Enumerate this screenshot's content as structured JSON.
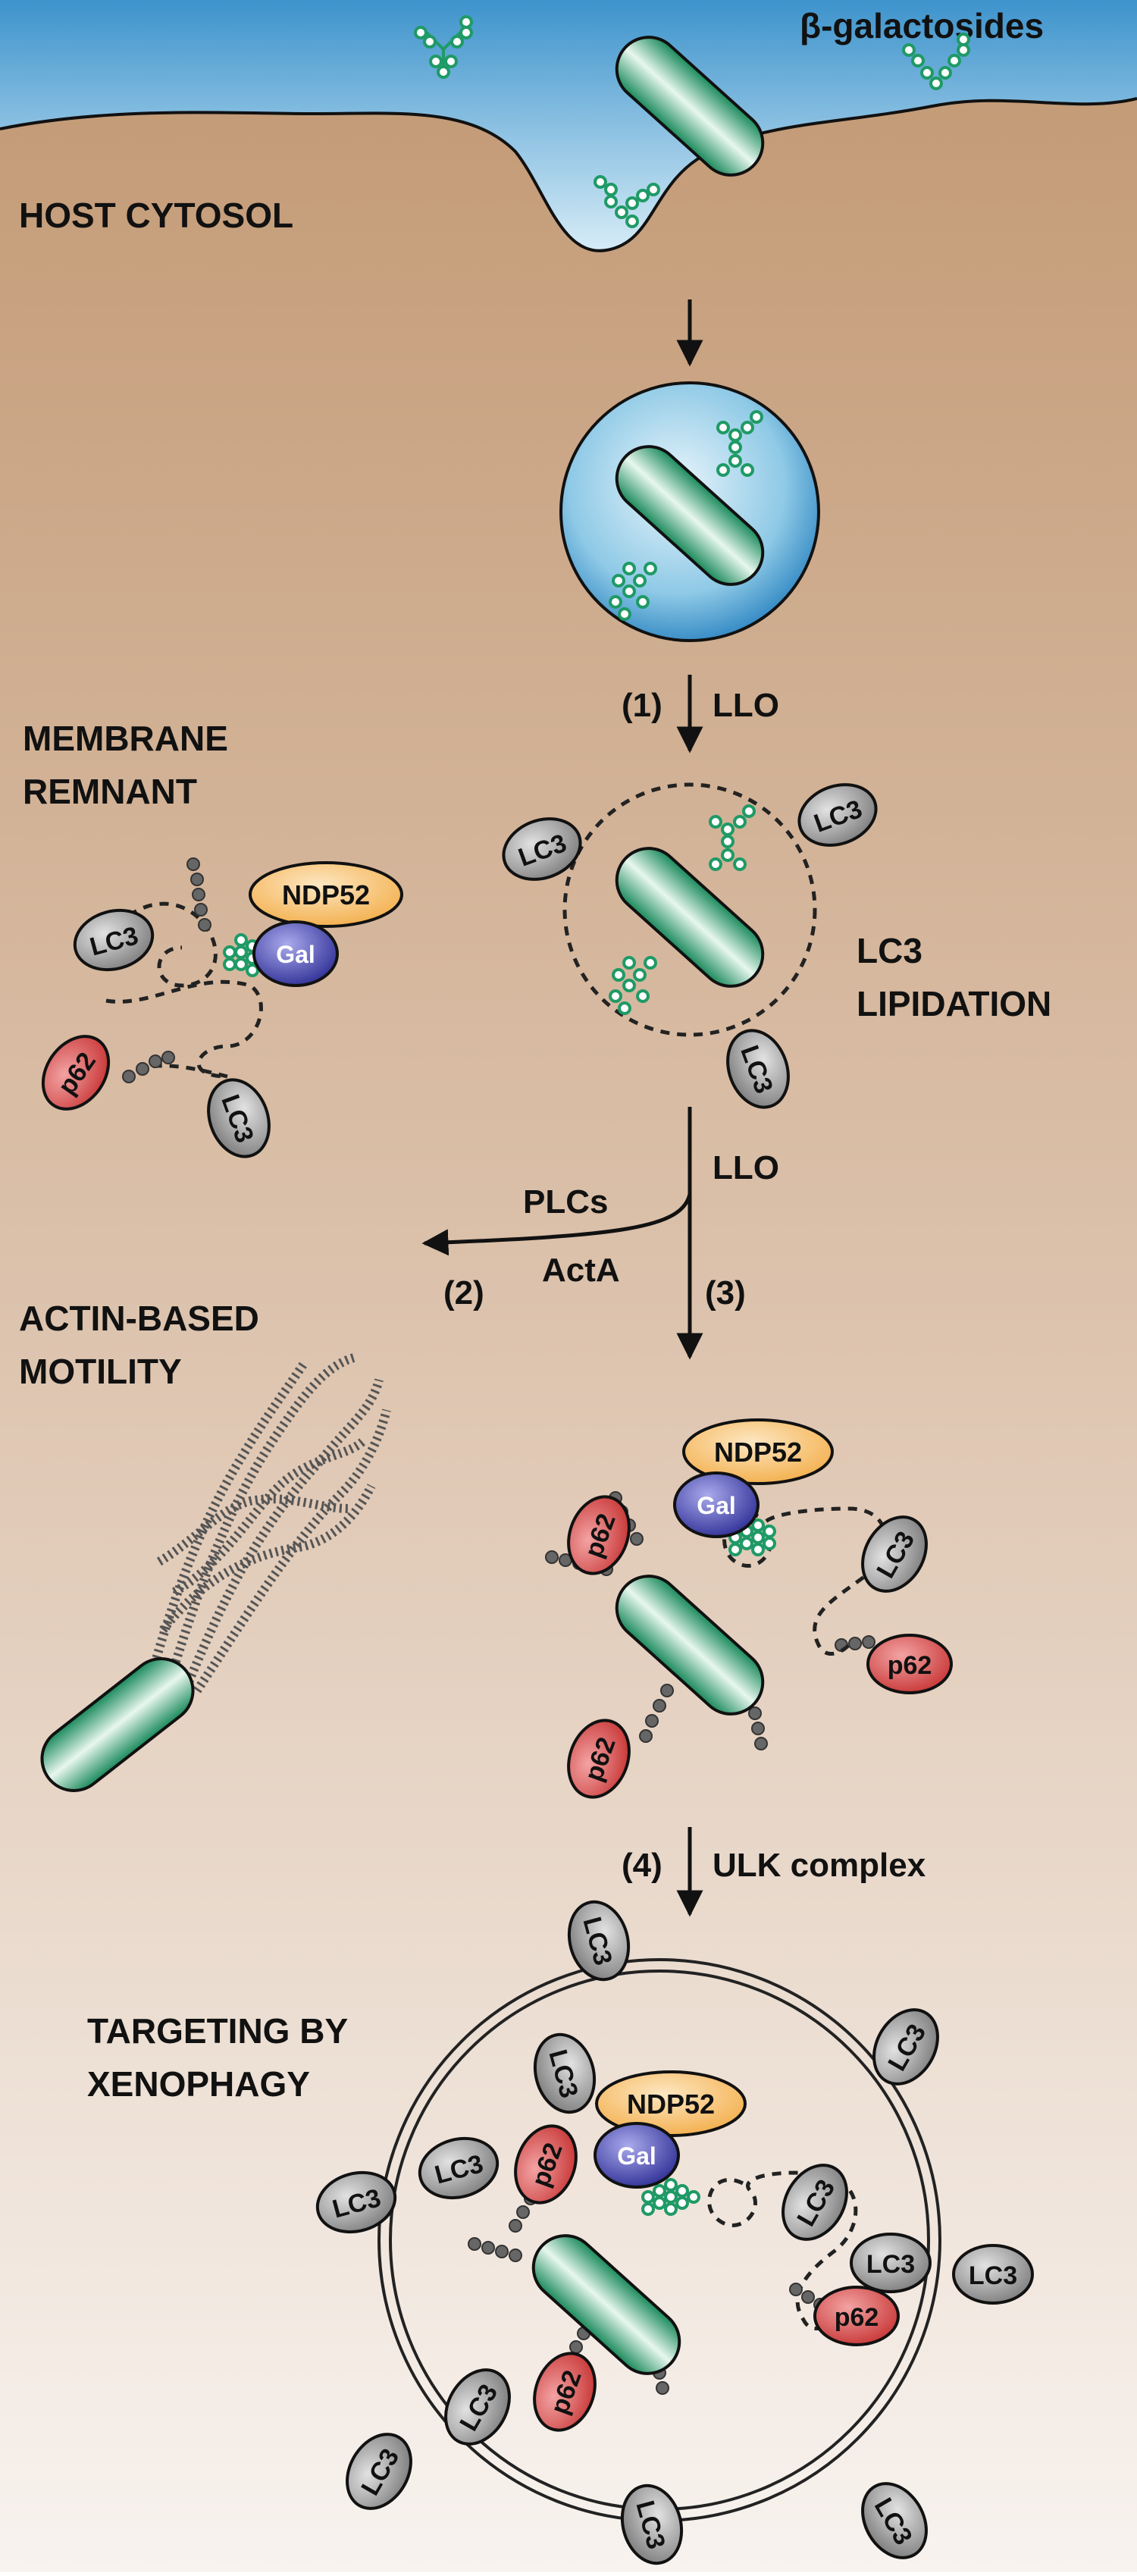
{
  "colors": {
    "extracellular": "#5aa9d6",
    "cytosol_top": "#c39a78",
    "cytosol_bottom": "#f7f1ec",
    "bacterium": "#1f9a66",
    "glycan": "#1f9a66",
    "lc3": "#8f8f8f",
    "p62": "#d94848",
    "ndp52": "#f5b75c",
    "gal": "#3e3fa6",
    "ubiquitin": "#6b6b6b"
  },
  "labels": {
    "beta_galactosides": "β-galactosides",
    "host_cytosol": "HOST CYTOSOL",
    "membrane_remnant_1": "MEMBRANE",
    "membrane_remnant_2": "REMNANT",
    "lc3_lipidation_1": "LC3",
    "lc3_lipidation_2": "LIPIDATION",
    "actin_motility_1": "ACTIN-BASED",
    "actin_motility_2": "MOTILITY",
    "xenophagy_1": "TARGETING BY",
    "xenophagy_2": "XENOPHAGY"
  },
  "steps": {
    "step1_num": "(1)",
    "step1_label": "LLO",
    "branch_llo": "LLO",
    "step2_plcs": "PLCs",
    "step2_num": "(2)",
    "step2_acta": "ActA",
    "step3_num": "(3)",
    "step4_num": "(4)",
    "step4_label": "ULK complex"
  },
  "proteins": {
    "lc3": "LC3",
    "p62": "p62",
    "ndp52": "NDP52",
    "gal": "Gal"
  }
}
